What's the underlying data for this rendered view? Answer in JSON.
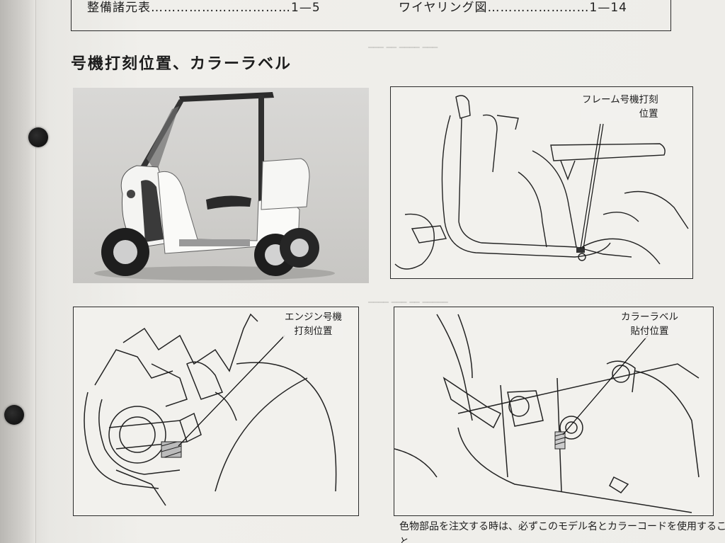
{
  "toc": {
    "left_title": "整備諸元表",
    "left_page": "1—5",
    "right_title": "ワイヤリング図",
    "right_page": "1—14"
  },
  "section": {
    "title": "号機打刻位置、カラーラベル"
  },
  "figures": {
    "frame": {
      "callout_line1": "フレーム号機打刻",
      "callout_line2": "位置"
    },
    "engine": {
      "callout_line1": "エンジン号機",
      "callout_line2": "打刻位置"
    },
    "color_label": {
      "callout_line1": "カラーラベル",
      "callout_line2": "貼付位置"
    }
  },
  "footer": {
    "text": "色物部品を注文する時は、必ずこのモデル名とカラーコードを使用すること"
  }
}
